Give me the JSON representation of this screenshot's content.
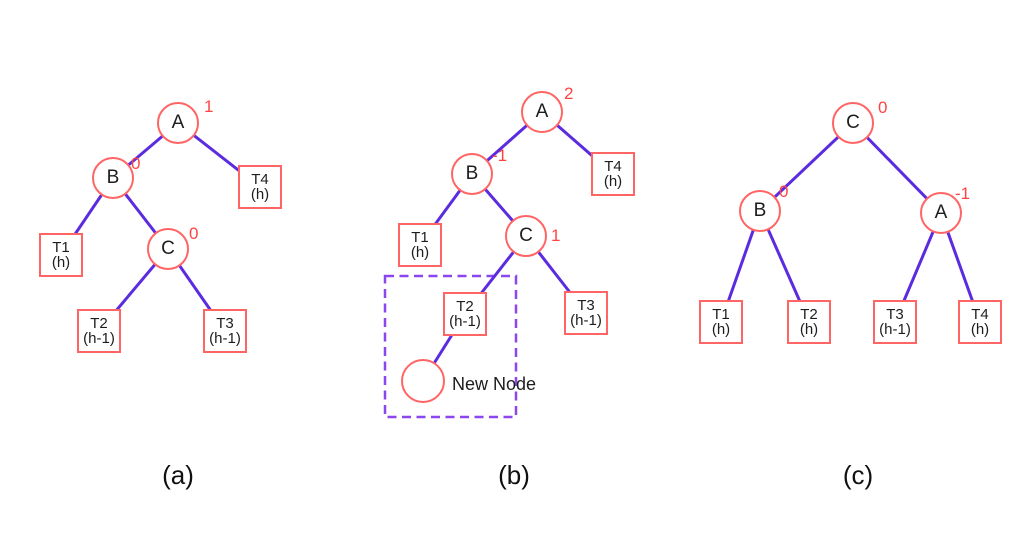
{
  "figure": {
    "colors": {
      "node_stroke": "#ff6565",
      "balance_text": "#ff4343",
      "edge": "#5b2be0",
      "dashed_box": "#8b46f0",
      "text": "#1d1d1d"
    },
    "captions": {
      "a": "(a)",
      "b": "(b)",
      "c": "(c)"
    },
    "trees": {
      "a": {
        "internal": [
          {
            "label": "A",
            "balance": "1"
          },
          {
            "label": "B",
            "balance": "0"
          },
          {
            "label": "C",
            "balance": "0"
          }
        ],
        "leaves": [
          {
            "name": "T1",
            "height": "(h)"
          },
          {
            "name": "T2",
            "height": "(h-1)"
          },
          {
            "name": "T3",
            "height": "(h-1)"
          },
          {
            "name": "T4",
            "height": "(h)"
          }
        ]
      },
      "b": {
        "internal": [
          {
            "label": "A",
            "balance": "2"
          },
          {
            "label": "B",
            "balance": "-1"
          },
          {
            "label": "C",
            "balance": "1"
          }
        ],
        "leaves": [
          {
            "name": "T1",
            "height": "(h)"
          },
          {
            "name": "T2",
            "height": "(h-1)"
          },
          {
            "name": "T3",
            "height": "(h-1)"
          },
          {
            "name": "T4",
            "height": "(h)"
          }
        ],
        "new_node_label": "New Node"
      },
      "c": {
        "internal": [
          {
            "label": "C",
            "balance": "0"
          },
          {
            "label": "B",
            "balance": "0"
          },
          {
            "label": "A",
            "balance": "-1"
          }
        ],
        "leaves": [
          {
            "name": "T1",
            "height": "(h)"
          },
          {
            "name": "T2",
            "height": "(h)"
          },
          {
            "name": "T3",
            "height": "(h-1)"
          },
          {
            "name": "T4",
            "height": "(h)"
          }
        ]
      }
    }
  }
}
